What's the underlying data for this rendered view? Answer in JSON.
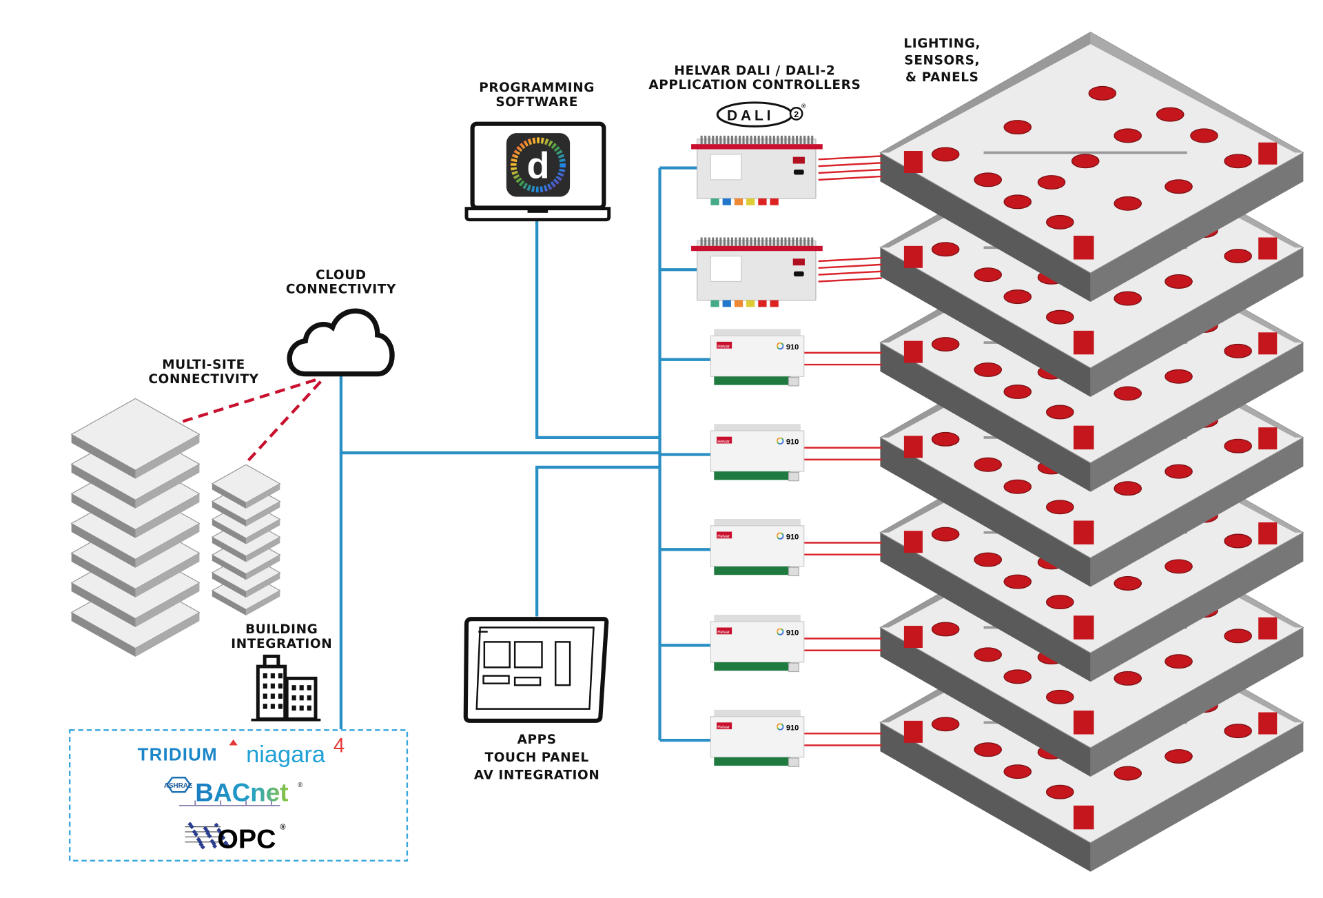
{
  "labels": {
    "programming": [
      "PROGRAMMING",
      "SOFTWARE"
    ],
    "controllers": [
      "HELVAR DALI / DALI-2",
      "APPLICATION CONTROLLERS"
    ],
    "lighting": [
      "LIGHTING,",
      "SENSORS,",
      "& PANELS"
    ],
    "cloud": [
      "CLOUD",
      "CONNECTIVITY"
    ],
    "multisite": [
      "MULTI-SITE",
      "CONNECTIVITY"
    ],
    "building": [
      "BUILDING",
      "INTEGRATION"
    ],
    "apps": [
      "APPS",
      "TOUCH PANEL",
      "AV INTEGRATION"
    ]
  },
  "logos": {
    "dali": {
      "text": "DALI",
      "version": "2",
      "mark": "®"
    },
    "software_icon": "d",
    "tridium": {
      "brand": "TRIDIUM",
      "product": "niagara",
      "version": "4"
    },
    "bacnet": {
      "org": "ASHRAE",
      "name": "BACnet",
      "mark": "®"
    },
    "opc": {
      "name": "OPC",
      "mark": "®"
    }
  },
  "devices": {
    "dali_controllers": 2,
    "routers": {
      "count": 5,
      "model": "910",
      "brand": "Helvar"
    }
  },
  "building_floors": 7,
  "colors": {
    "network": "#2a8fc4",
    "dali_bus": "#d8232a",
    "cloud_link": "#c8102e",
    "integration_box": "#3aa8dc",
    "slab_dark": "#555555",
    "slab_top": "#ececec",
    "fixture": "#c4161c"
  }
}
